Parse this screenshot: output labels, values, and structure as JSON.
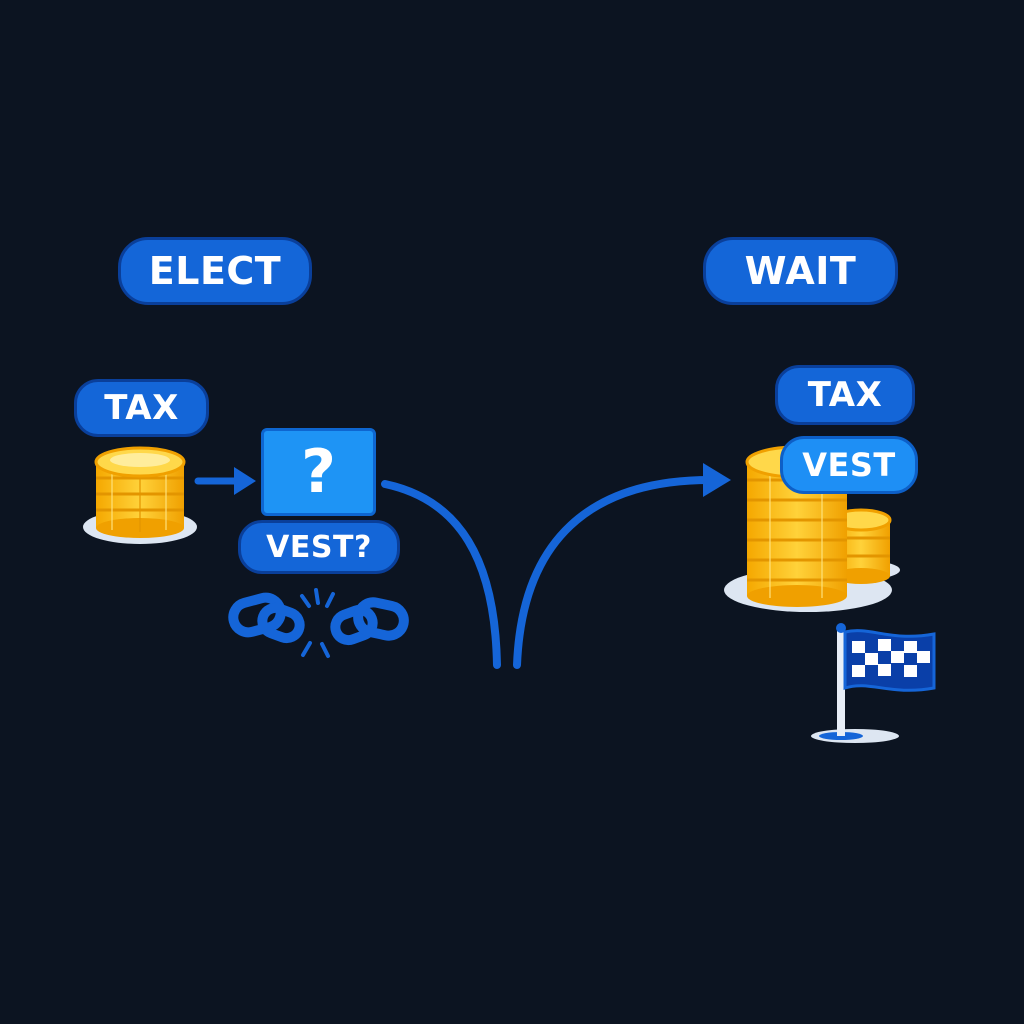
{
  "labels": {
    "elect": "ELECT",
    "wait": "WAIT",
    "tax_left": "TAX",
    "vest_question": "VEST?",
    "question_mark": "?",
    "tax_right": "TAX",
    "vest_right": "VEST"
  },
  "colors": {
    "background": "#0c1421",
    "pill_blue": "#1466d8",
    "light_blue": "#1e8ff5",
    "arrow_blue": "#1565d8",
    "coin_gold": "#ffc21a",
    "coin_shade": "#f0a000"
  },
  "icons": {
    "coins_left": "coin-stack-icon",
    "coins_right": "coin-stack-large-icon",
    "broken_chain": "broken-chain-icon",
    "finish_flag": "checkered-flag-icon"
  }
}
